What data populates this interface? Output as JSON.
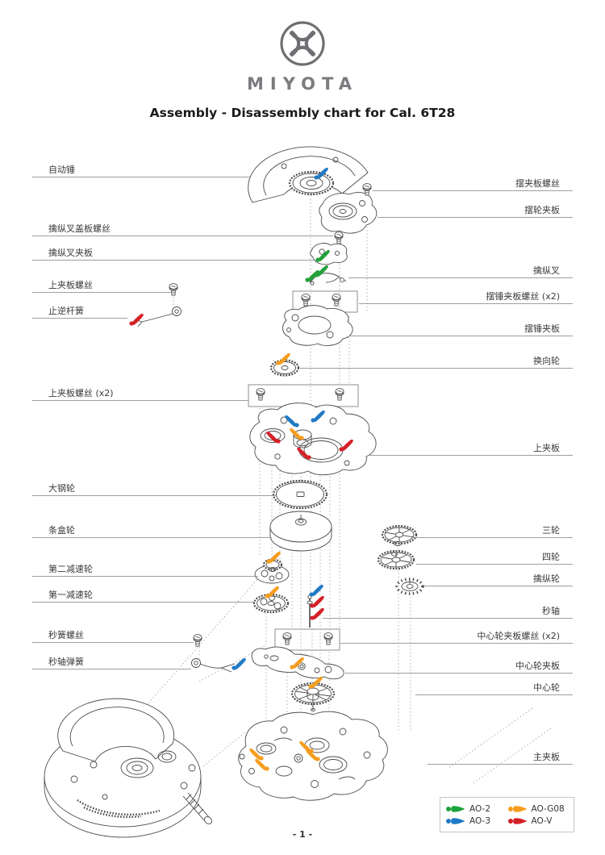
{
  "brand": {
    "name": "MIYOTA"
  },
  "title": "Assembly - Disassembly chart for Cal. 6T28",
  "page_number": "- 1 -",
  "labels": {
    "left": [
      {
        "text": "自动锤"
      },
      {
        "text": "擒纵叉盖板螺丝"
      },
      {
        "text": "擒纵叉夹板"
      },
      {
        "text": "上夹板螺丝"
      },
      {
        "text": "止逆杆簧"
      },
      {
        "text": "上夹板螺丝 (x2)"
      },
      {
        "text": "大钢轮"
      },
      {
        "text": "条盒轮"
      },
      {
        "text": "第二减速轮"
      },
      {
        "text": "第一减速轮"
      },
      {
        "text": "秒簧螺丝"
      },
      {
        "text": "秒轴弹簧"
      }
    ],
    "right": [
      {
        "text": "摆夹板螺丝"
      },
      {
        "text": "摆轮夹板"
      },
      {
        "text": "擒纵叉"
      },
      {
        "text": "摆锤夹板螺丝 (x2)"
      },
      {
        "text": "摆锤夹板"
      },
      {
        "text": "换向轮"
      },
      {
        "text": "上夹板"
      },
      {
        "text": "三轮"
      },
      {
        "text": "四轮"
      },
      {
        "text": "擒纵轮"
      },
      {
        "text": "秒轴"
      },
      {
        "text": "中心轮夹板螺丝 (x2)"
      },
      {
        "text": "中心轮夹板"
      },
      {
        "text": "中心轮"
      },
      {
        "text": "主夹板"
      }
    ]
  },
  "legend": {
    "items": [
      {
        "label": "AO-2",
        "color": "#1fa23c"
      },
      {
        "label": "AO-G08",
        "color": "#f59d1e"
      },
      {
        "label": "AO-3",
        "color": "#2079c4"
      },
      {
        "label": "AO-V",
        "color": "#d42027"
      }
    ]
  }
}
